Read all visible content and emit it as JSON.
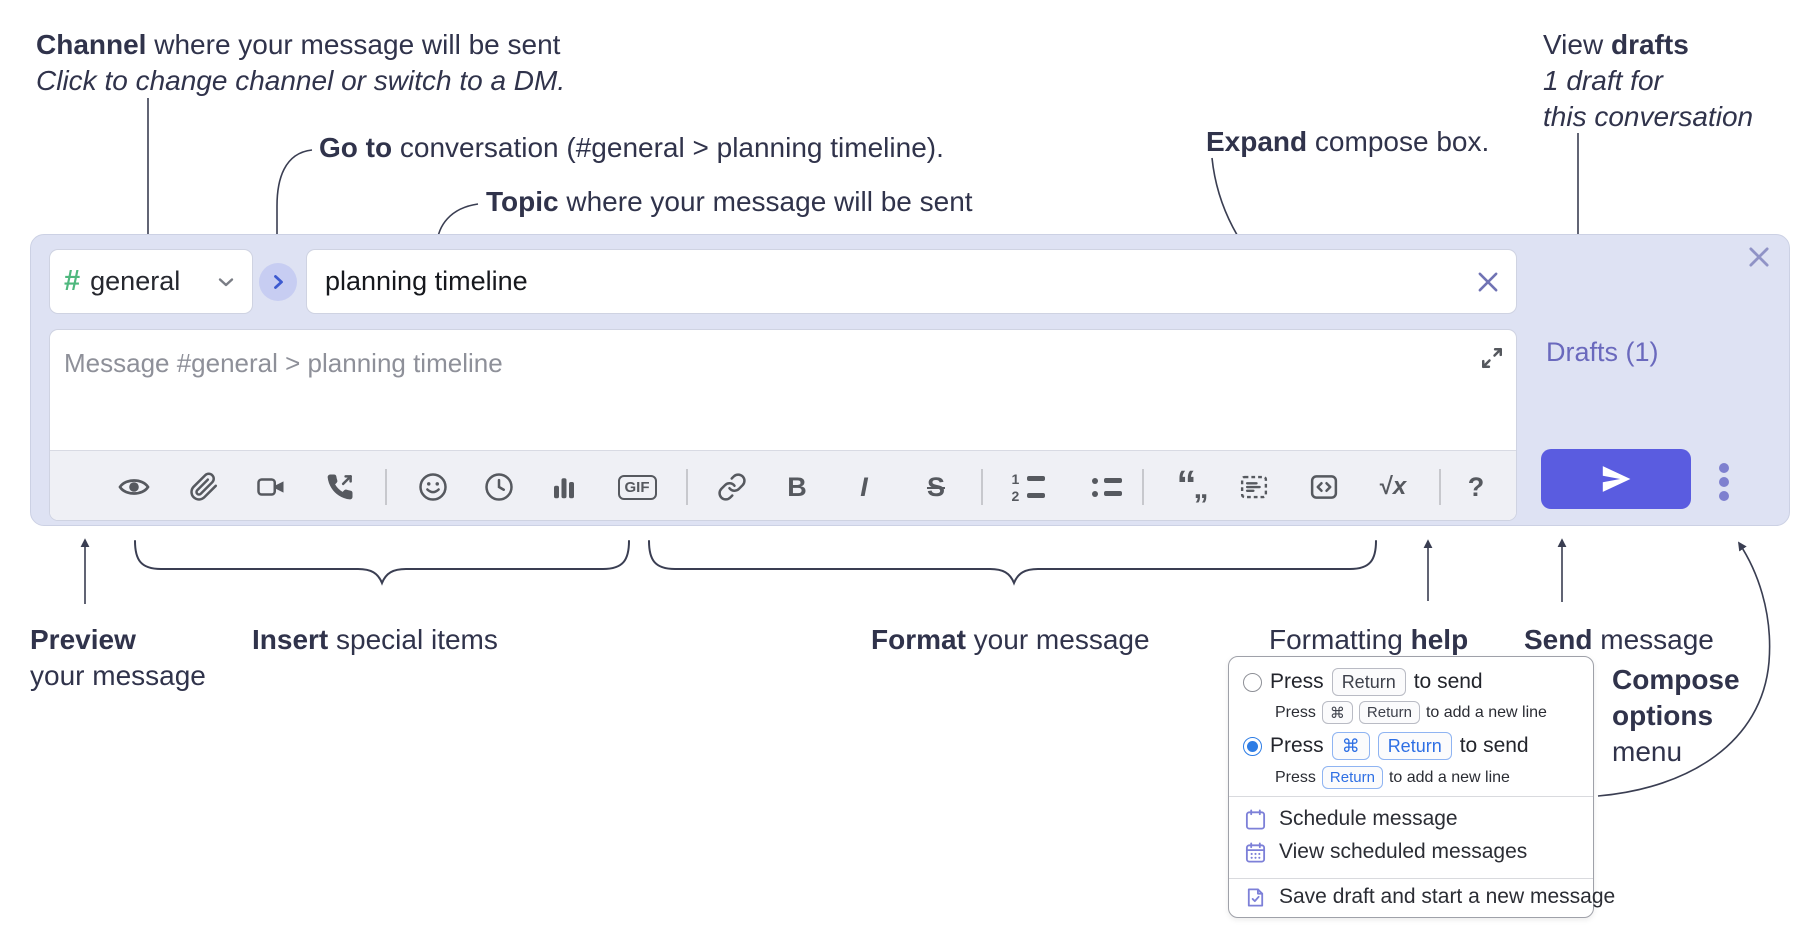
{
  "annotations": {
    "channel_label": {
      "bold": "Channel",
      "rest": " where your message will be sent"
    },
    "channel_sub": "Click to change channel or switch to a DM.",
    "goto": {
      "bold": "Go to",
      "rest": " conversation (#general > planning timeline)."
    },
    "topic": {
      "bold": "Topic",
      "rest": " where your message will be sent"
    },
    "expand": {
      "bold": "Expand",
      "rest": " compose box."
    },
    "drafts": {
      "pre": "View ",
      "bold": "drafts",
      "line2": "1 draft for",
      "line3": "this conversation"
    },
    "preview": {
      "bold": "Preview",
      "line2": "your message"
    },
    "insert": {
      "bold": "Insert",
      "rest": " special items"
    },
    "format": {
      "bold": "Format",
      "rest": " your message"
    },
    "help": {
      "pre": "Formatting ",
      "bold": "help"
    },
    "send": {
      "bold": "Send",
      "rest": " message"
    },
    "compose": {
      "line1": "Compose",
      "line2": "options",
      "line3": "menu"
    }
  },
  "composer": {
    "channel": {
      "hash": "#",
      "name": "general"
    },
    "topic_value": "planning timeline",
    "message_placeholder": "Message #general > planning timeline",
    "drafts_link": "Drafts (1)",
    "glyphs": {
      "gif": "GIF",
      "bold": "B",
      "italic": "I",
      "strike": "S",
      "num1": "1",
      "num2": "2",
      "quote_open": "“",
      "quote_close": "„",
      "formula_root": "√",
      "formula_x": "x",
      "help": "?"
    },
    "toolbar_icon_names": [
      "preview-eye",
      "attach-paperclip",
      "video-camera",
      "audio-call",
      "emoji-smiley",
      "history-clock",
      "poll-bars",
      "gif",
      "link",
      "bold",
      "italic",
      "strikethrough",
      "ordered-list",
      "bullet-list",
      "blockquote",
      "code-block",
      "code",
      "formula",
      "help"
    ]
  },
  "popup": {
    "option1": {
      "press": "Press",
      "key": "Return",
      "suffix": "to send"
    },
    "option1_sub": {
      "press": "Press",
      "key1": "⌘",
      "key2": "Return",
      "suffix": "to add a new line"
    },
    "option2": {
      "press": "Press",
      "key1": "⌘",
      "key2": "Return",
      "suffix": "to send"
    },
    "option2_sub": {
      "press": "Press",
      "key": "Return",
      "suffix": "to add a new line"
    },
    "items": [
      "Schedule message",
      "View scheduled messages",
      "Save draft and start a new message"
    ]
  },
  "colors": {
    "composer_bg": "#dee2f3",
    "send_button": "#5a5ce0",
    "drafts_link": "#6a69bd",
    "channel_hash_green": "#4fb87e",
    "selected_radio_blue": "#2e7de5",
    "keycap_blue_text": "#2e6fe4",
    "popup_icon_purple": "#7d80d8",
    "goto_chevron_blue": "#3d5ad0"
  }
}
